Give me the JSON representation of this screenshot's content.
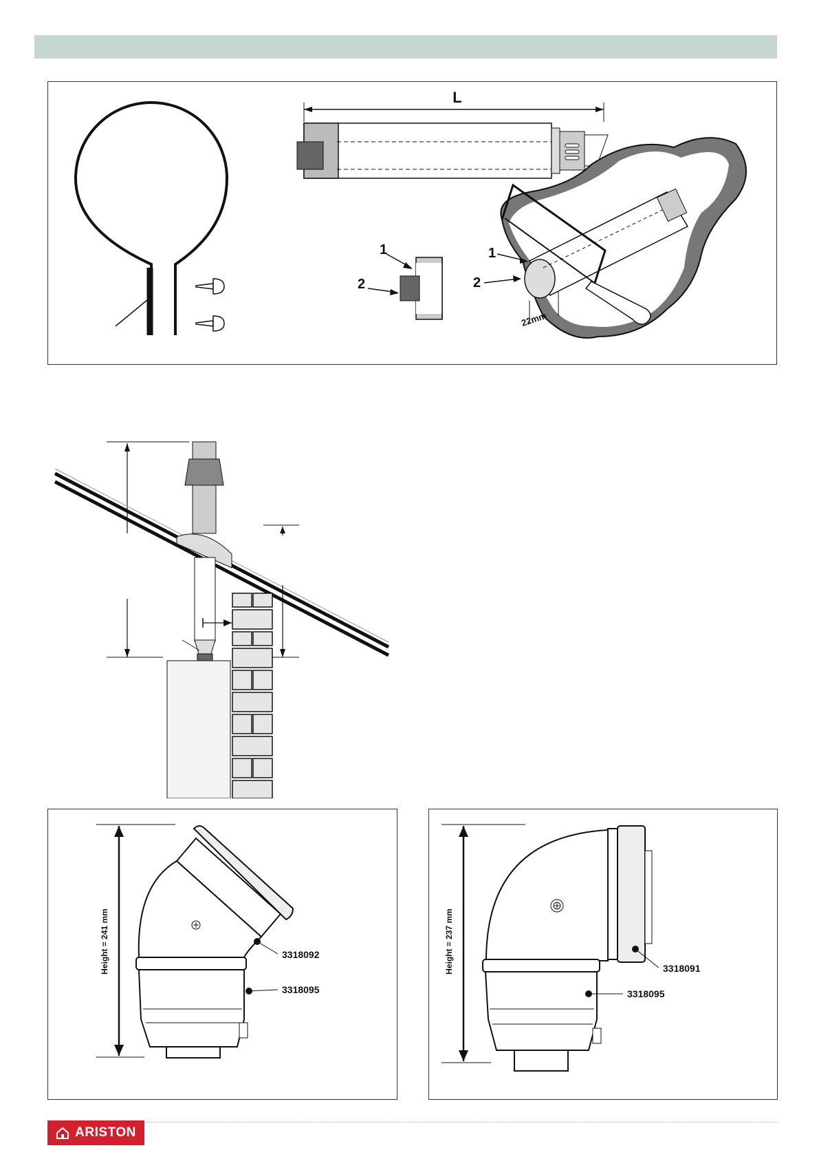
{
  "logo": {
    "text": "ARISTON",
    "icon": "house-icon",
    "color": "#d3202f"
  },
  "header_band": {
    "color": "#c6d6d3"
  },
  "figure_top": {
    "dimension_label": "L",
    "callout_1": "1",
    "callout_2": "2",
    "saw_callout_1": "1",
    "saw_callout_2": "2",
    "cut_length": "22mm"
  },
  "figure_elbow45": {
    "height_label": "Height = 241 mm",
    "part_upper": "3318092",
    "part_lower": "3318095"
  },
  "figure_elbow90": {
    "height_label": "Height = 237 mm",
    "part_upper": "3318091",
    "part_lower": "3318095"
  }
}
